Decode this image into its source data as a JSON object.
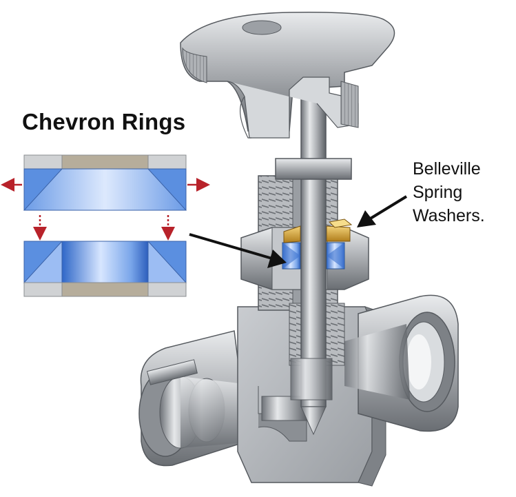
{
  "chevron_title": "Chevron Rings",
  "belleville_label": [
    "Belleville",
    "Spring",
    "Washers."
  ],
  "colors": {
    "arrow_red": "#b8222a",
    "ring_blue": "#5b8fe0",
    "ring_blue_light": "#cfe0fb",
    "steel": "#b9bcc0",
    "steel_dark": "#6f7378",
    "brass": "#d9a93a",
    "pointer": "#111111"
  }
}
